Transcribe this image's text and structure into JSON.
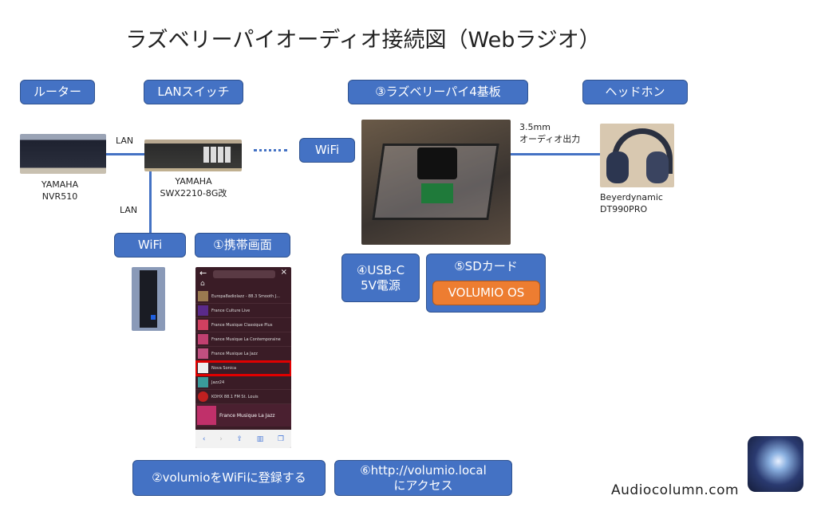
{
  "title": "ラズベリーパイオーディオ接続図（Webラジオ）",
  "headers": {
    "router": "ルーター",
    "switch": "LANスイッチ",
    "pi": "③ラズベリーパイ4基板",
    "headphones": "ヘッドホン"
  },
  "labels": {
    "lan_top": "LAN",
    "lan_side": "LAN",
    "router_name": [
      "YAMAHA",
      "NVR510"
    ],
    "switch_name": [
      "YAMAHA",
      "SWX2210-8G改"
    ],
    "audio_out": [
      "3.5mm",
      "オーディオ出力"
    ],
    "headphone_name": [
      "Beyerdynamic",
      "DT990PRO"
    ]
  },
  "boxes": {
    "wifi_pi": "WiFi",
    "wifi_ap": "WiFi",
    "phone_screen": "①携帯画面",
    "usb": [
      "④USB-C",
      "5V電源"
    ],
    "sd": "⑤SDカード",
    "volumio_os": "VOLUMIO OS",
    "register": "②volumioをWiFiに登録する",
    "access": [
      "⑥http://volumio.local",
      "にアクセス"
    ]
  },
  "phone": {
    "stations": [
      "Europa8adiolazz - 88.3 Smooth J...",
      "France Culture Live",
      "France Musique Classique Plus",
      "France Musique La Contemporaine",
      "France Musique La Jazz",
      "Nova Sonica",
      "Jazz24",
      "KDHX 88.1 FM St. Louis"
    ],
    "highlighted_index": 5,
    "now_playing": "France Musique La Jazz"
  },
  "footer": {
    "site": "Audiocolumn.com"
  },
  "colors": {
    "box": "#4472C4",
    "accent_orange": "#ED7D31",
    "highlight": "#E00000"
  }
}
